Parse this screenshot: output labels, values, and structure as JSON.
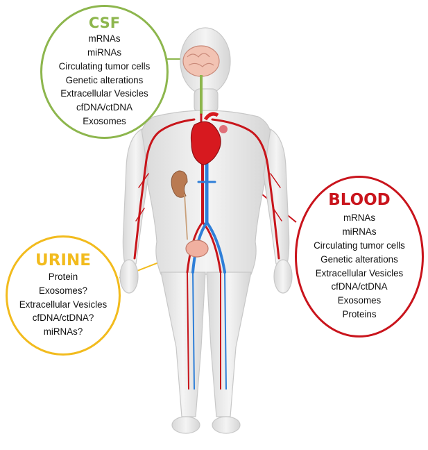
{
  "callouts": {
    "csf": {
      "title": "CSF",
      "color": "#8db64d",
      "items": [
        "mRNAs",
        "miRNAs",
        "Circulating tumor cells",
        "Genetic alterations",
        "Extracellular Vesicles",
        "cfDNA/ctDNA",
        "Exosomes"
      ]
    },
    "blood": {
      "title": "BLOOD",
      "color": "#c9141c",
      "items": [
        "mRNAs",
        "miRNAs",
        "Circulating tumor cells",
        "Genetic alterations",
        "Extracellular Vesicles",
        "cfDNA/ctDNA",
        "Exosomes",
        "Proteins"
      ]
    },
    "urine": {
      "title": "URINE",
      "color": "#f2bb1d",
      "items": [
        "Protein",
        "Exosomes?",
        "Extracellular Vesicles",
        "cfDNA/ctDNA?",
        "miRNAs?"
      ]
    }
  },
  "colors": {
    "body_fill": "#e9e9e9",
    "body_outline": "#c8c8c8",
    "artery": "#c8151b",
    "vein": "#2f7fd8",
    "brain": "#f2c3b3",
    "kidney": "#b97a52",
    "bladder": "#f0b0a0",
    "connector": "#b5b5b5"
  }
}
